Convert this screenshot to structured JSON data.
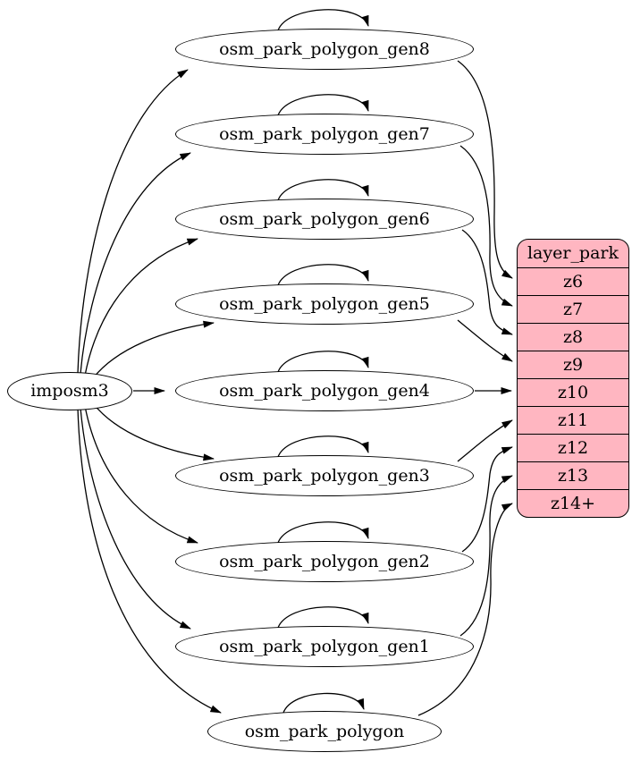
{
  "diagram": {
    "source": {
      "label": "imposm3"
    },
    "tables": [
      {
        "label": "osm_park_polygon_gen8",
        "target_zoom": "z6"
      },
      {
        "label": "osm_park_polygon_gen7",
        "target_zoom": "z7"
      },
      {
        "label": "osm_park_polygon_gen6",
        "target_zoom": "z8"
      },
      {
        "label": "osm_park_polygon_gen5",
        "target_zoom": "z9"
      },
      {
        "label": "osm_park_polygon_gen4",
        "target_zoom": "z10"
      },
      {
        "label": "osm_park_polygon_gen3",
        "target_zoom": "z11"
      },
      {
        "label": "osm_park_polygon_gen2",
        "target_zoom": "z12"
      },
      {
        "label": "osm_park_polygon_gen1",
        "target_zoom": "z13"
      },
      {
        "label": "osm_park_polygon",
        "target_zoom": "z14+"
      }
    ],
    "layer_table": {
      "title": "layer_park",
      "rows": [
        "z6",
        "z7",
        "z8",
        "z9",
        "z10",
        "z11",
        "z12",
        "z13",
        "z14+"
      ]
    },
    "edges": [
      {
        "from": "imposm3",
        "to": "osm_park_polygon_gen8"
      },
      {
        "from": "imposm3",
        "to": "osm_park_polygon_gen7"
      },
      {
        "from": "imposm3",
        "to": "osm_park_polygon_gen6"
      },
      {
        "from": "imposm3",
        "to": "osm_park_polygon_gen5"
      },
      {
        "from": "imposm3",
        "to": "osm_park_polygon_gen4"
      },
      {
        "from": "imposm3",
        "to": "osm_park_polygon_gen3"
      },
      {
        "from": "imposm3",
        "to": "osm_park_polygon_gen2"
      },
      {
        "from": "imposm3",
        "to": "osm_park_polygon_gen1"
      },
      {
        "from": "imposm3",
        "to": "osm_park_polygon"
      },
      {
        "from": "osm_park_polygon_gen8",
        "to": "osm_park_polygon_gen8"
      },
      {
        "from": "osm_park_polygon_gen7",
        "to": "osm_park_polygon_gen7"
      },
      {
        "from": "osm_park_polygon_gen6",
        "to": "osm_park_polygon_gen6"
      },
      {
        "from": "osm_park_polygon_gen5",
        "to": "osm_park_polygon_gen5"
      },
      {
        "from": "osm_park_polygon_gen4",
        "to": "osm_park_polygon_gen4"
      },
      {
        "from": "osm_park_polygon_gen3",
        "to": "osm_park_polygon_gen3"
      },
      {
        "from": "osm_park_polygon_gen2",
        "to": "osm_park_polygon_gen2"
      },
      {
        "from": "osm_park_polygon_gen1",
        "to": "osm_park_polygon_gen1"
      },
      {
        "from": "osm_park_polygon",
        "to": "osm_park_polygon"
      },
      {
        "from": "osm_park_polygon_gen8",
        "to": "layer_park:z6"
      },
      {
        "from": "osm_park_polygon_gen7",
        "to": "layer_park:z7"
      },
      {
        "from": "osm_park_polygon_gen6",
        "to": "layer_park:z8"
      },
      {
        "from": "osm_park_polygon_gen5",
        "to": "layer_park:z9"
      },
      {
        "from": "osm_park_polygon_gen4",
        "to": "layer_park:z10"
      },
      {
        "from": "osm_park_polygon_gen3",
        "to": "layer_park:z11"
      },
      {
        "from": "osm_park_polygon_gen2",
        "to": "layer_park:z12"
      },
      {
        "from": "osm_park_polygon_gen1",
        "to": "layer_park:z13"
      },
      {
        "from": "osm_park_polygon",
        "to": "layer_park:z14+"
      }
    ],
    "colors": {
      "layer_fill": "#ffb6c1",
      "node_fill": "#ffffff",
      "stroke": "#000000"
    }
  }
}
